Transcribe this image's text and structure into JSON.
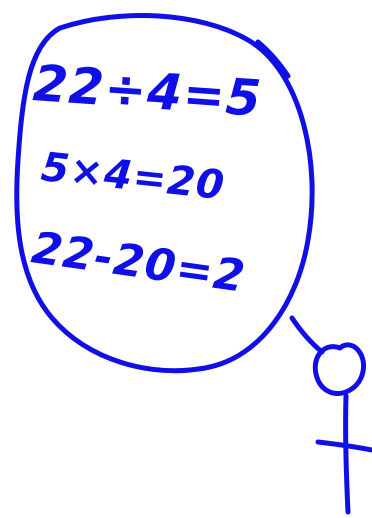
{
  "ink_color": "#1010e6",
  "thought_bubble": {
    "equations": [
      "22÷4=5",
      "5×4=20",
      "22-20=2"
    ]
  },
  "stick_figure": {}
}
